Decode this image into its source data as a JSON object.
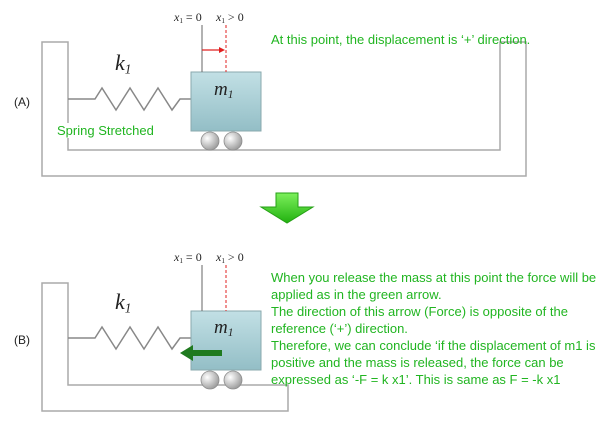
{
  "panel_a": {
    "label": "(A)",
    "spring_symbol": "k",
    "spring_subscript": "1",
    "mass_symbol": "m",
    "mass_subscript": "1",
    "x_ref_text": "x",
    "x_ref_sub": "1",
    "x_ref_rel": " = 0",
    "x_pos_text": "x",
    "x_pos_sub": "1",
    "x_pos_rel": " > 0",
    "spring_state": "Spring Stretched",
    "note": "At this point, the displacement is ‘+’ direction."
  },
  "panel_b": {
    "label": "(B)",
    "spring_symbol": "k",
    "spring_subscript": "1",
    "mass_symbol": "m",
    "mass_subscript": "1",
    "x_ref_text": "x",
    "x_ref_sub": "1",
    "x_ref_rel": " = 0",
    "x_pos_text": "x",
    "x_pos_sub": "1",
    "x_pos_rel": " > 0",
    "explanation": [
      "When you release the mass at this point the force will be applied as in the green arrow.",
      "The direction of this arrow (Force) is opposite of the reference (‘+’) direction.",
      "Therefore, we can conclude ‘if the displacement of m1 is positive and the mass is released, the force can be expressed as ‘-F = k x1’. This is same as F = -k x1"
    ]
  },
  "colors": {
    "green_text": "#21b521",
    "mass_fill": "#a8cfd6",
    "wall": "#aaaaaa",
    "arrow_green": "#1f7a1f",
    "transition_arrow": "#35d21f",
    "disp_arrow": "#e02020"
  }
}
